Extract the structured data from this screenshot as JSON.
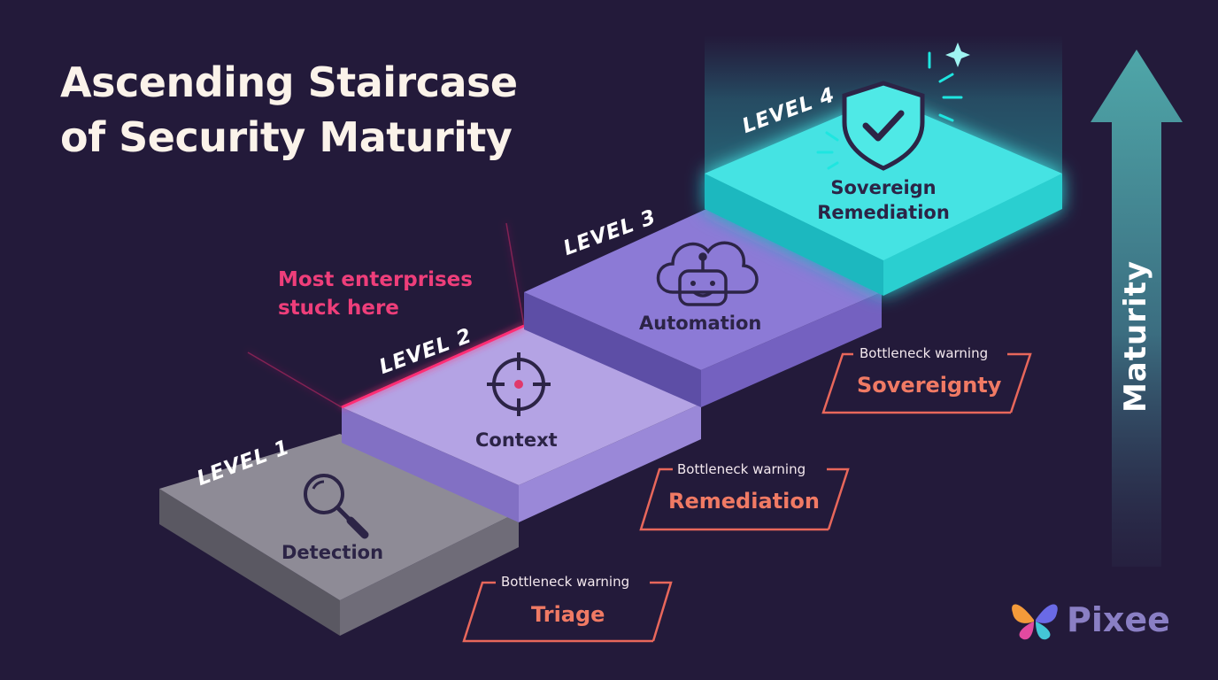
{
  "title_line1": "Ascending Staircase",
  "title_line2": "of Security Maturity",
  "callout": {
    "line1": "Most enterprises",
    "line2": "stuck here"
  },
  "levels": [
    {
      "tag": "LEVEL 1",
      "name": "Detection",
      "icon": "magnifier-icon"
    },
    {
      "tag": "LEVEL 2",
      "name": "Context",
      "icon": "crosshair-icon"
    },
    {
      "tag": "LEVEL 3",
      "name": "Automation",
      "icon": "cloud-robot-icon"
    },
    {
      "tag": "LEVEL 4",
      "name_line1": "Sovereign",
      "name_line2": "Remediation",
      "icon": "shield-check-icon"
    }
  ],
  "warnings": [
    {
      "small": "Bottleneck warning",
      "big": "Triage"
    },
    {
      "small": "Bottleneck warning",
      "big": "Remediation"
    },
    {
      "small": "Bottleneck warning",
      "big": "Sovereignty"
    }
  ],
  "axis_label": "Maturity",
  "brand": "Pixee",
  "colors": {
    "background": "#231a3a",
    "level1": "#8e8b96",
    "level2": "#b4a3e4",
    "level3": "#8c7ad6",
    "level4": "#45e3e3",
    "callout": "#ee3e7a",
    "warning": "#f07a64"
  }
}
